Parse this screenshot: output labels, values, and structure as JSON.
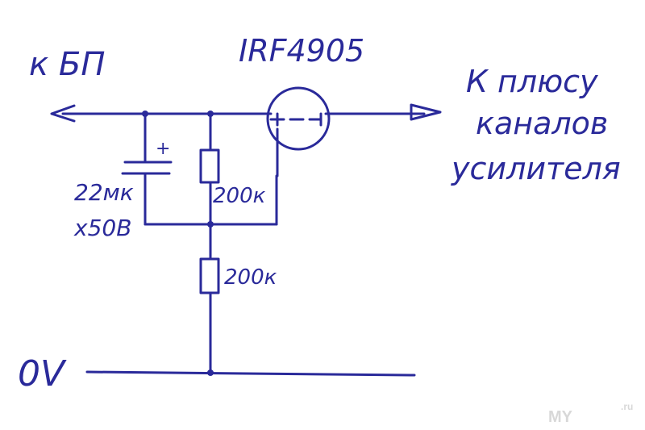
{
  "diagram": {
    "labels": {
      "power_supply": "к БП",
      "mosfet": "IRF4905",
      "output_line1": "К плюсу",
      "output_line2": "каналов",
      "output_line3": "усилителя",
      "capacitor_value_line1": "22мк",
      "capacitor_value_line2": "x50В",
      "resistor_top": "200к",
      "resistor_bottom": "200к",
      "ground": "0V",
      "cap_polarity": "+"
    },
    "watermark": {
      "brand": "MY",
      "suffix": ".ru"
    },
    "ink_color": "#2a2a9a"
  }
}
